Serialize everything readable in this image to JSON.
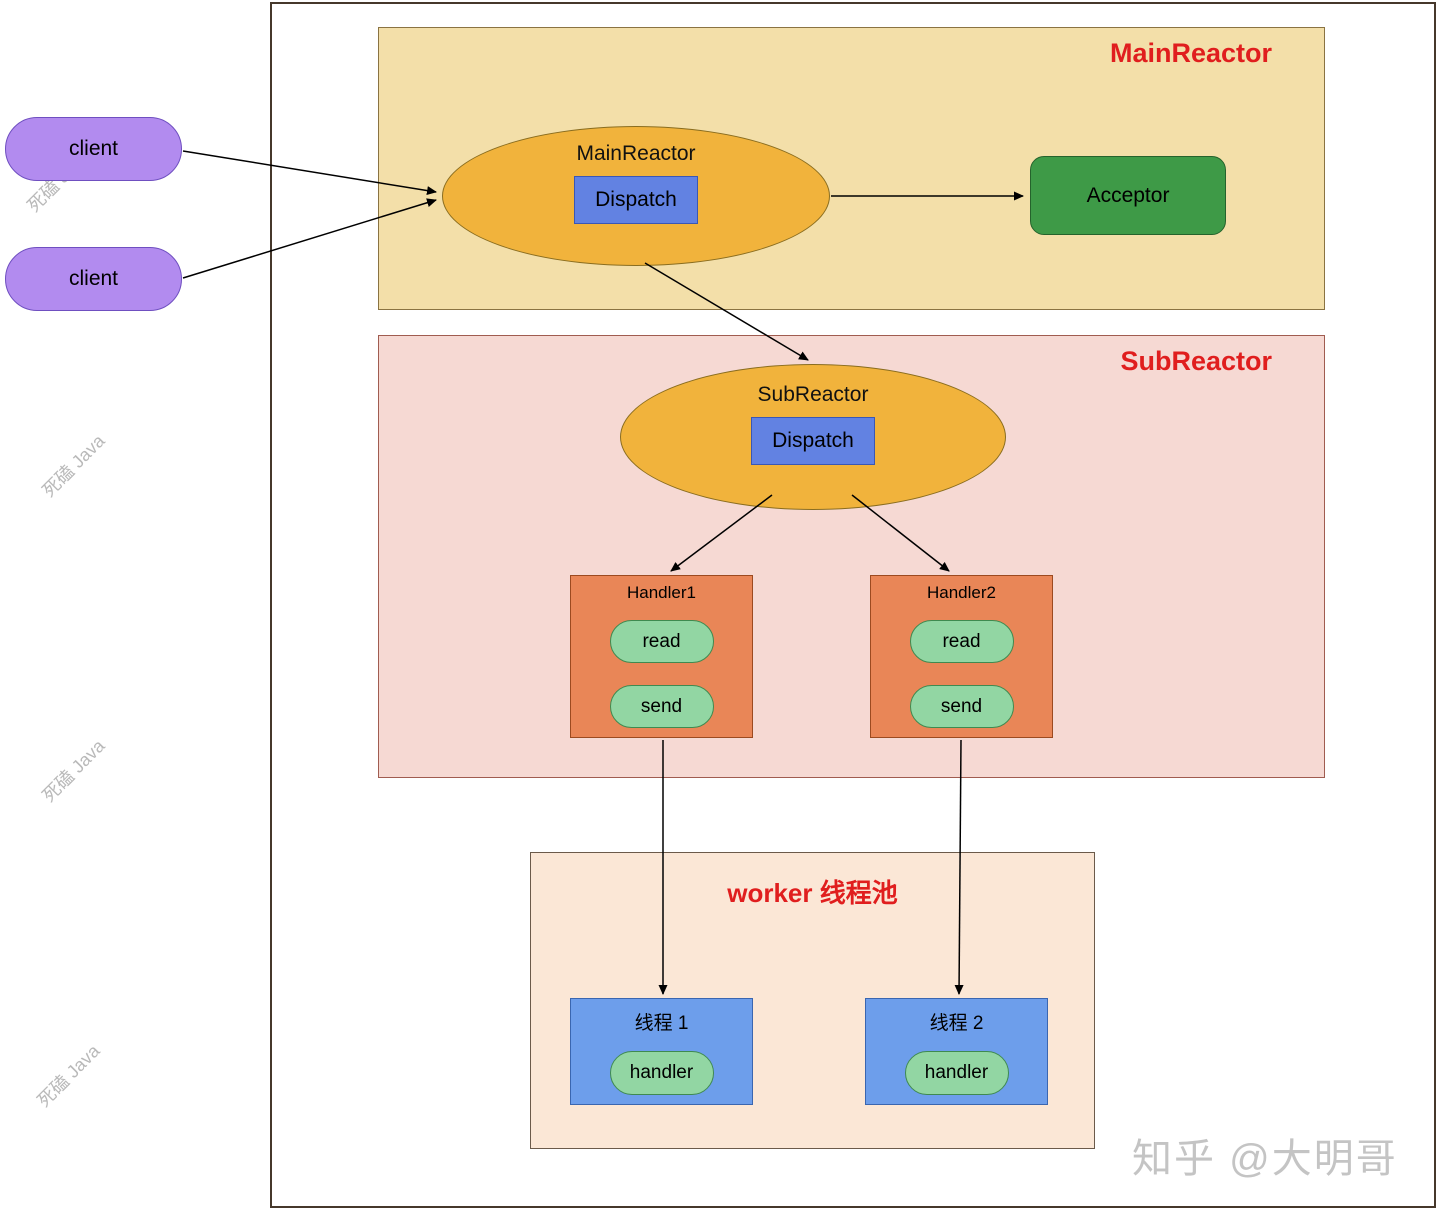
{
  "watermarks": {
    "diagonal_text": "死磕 Java",
    "credit": "知乎 @大明哥"
  },
  "clients": [
    {
      "label": "client"
    },
    {
      "label": "client"
    }
  ],
  "main_reactor_section": {
    "title": "MainReactor",
    "ellipse_label": "MainReactor",
    "dispatch_label": "Dispatch",
    "acceptor_label": "Acceptor"
  },
  "sub_reactor_section": {
    "title": "SubReactor",
    "ellipse_label": "SubReactor",
    "dispatch_label": "Dispatch",
    "handlers": [
      {
        "label": "Handler1",
        "buttons": [
          "read",
          "send"
        ]
      },
      {
        "label": "Handler2",
        "buttons": [
          "read",
          "send"
        ]
      }
    ]
  },
  "worker_section": {
    "title": "worker 线程池",
    "threads": [
      {
        "label": "线程 1",
        "button": "handler"
      },
      {
        "label": "线程 2",
        "button": "handler"
      }
    ]
  },
  "colors": {
    "section_title_red": "#E01E1E",
    "main_reactor_bg": "#F3DFA9",
    "sub_reactor_bg": "#F6D9D3",
    "worker_bg": "#FBE7D6",
    "reactor_ellipse_orange": "#F1B33C",
    "dispatch_blue": "#6282E2",
    "thread_blue": "#6D9EEB",
    "acceptor_green": "#3E9A47",
    "handler_orange": "#E98657",
    "pill_green": "#92D6A3",
    "client_purple": "#B28BEF"
  }
}
